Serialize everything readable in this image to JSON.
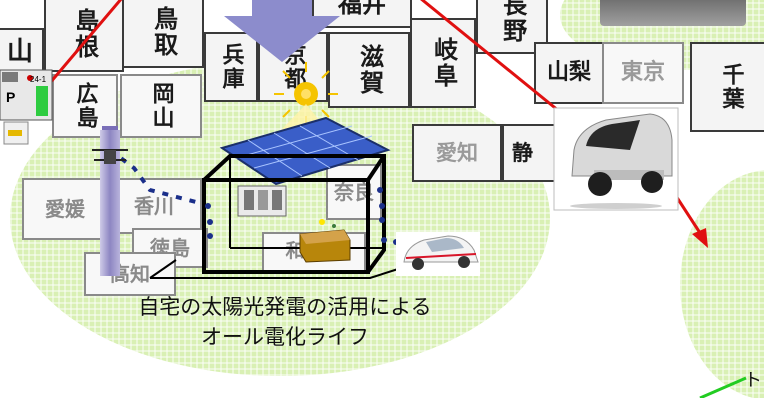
{
  "prefectures": {
    "shimane": "島根",
    "tottori": "鳥取",
    "fukui": "福井",
    "nagano": "長野",
    "yamaguchi": "山",
    "hiroshima": "広島",
    "okayama": "岡山",
    "hyogo": "兵庫",
    "kyoto": "京都",
    "shiga": "滋賀",
    "gifu": "岐阜",
    "yamanashi": "山梨",
    "tokyo": "東京",
    "chiba": "千葉",
    "aichi": "愛知",
    "shizuoka": "静",
    "ehime": "愛媛",
    "kagawa": "香川",
    "tokushima": "徳島",
    "nara": "奈良",
    "wakayama": "和歌山",
    "kochi": "高知"
  },
  "parking_meter": {
    "plate": "P",
    "display": "24-1"
  },
  "caption": {
    "line1": "自宅の太陽光発電の活用による",
    "line2": "オール電化ライフ"
  },
  "right_label_partial": "ト",
  "colors": {
    "region_fill": "#d9f0b4",
    "arrow_red": "#e01010",
    "arrow_down_fill": "#8c8ccc",
    "house_line": "#000000",
    "solar_panel": "#3a5ec8",
    "sun": "#f5c400",
    "ev_car": "#ffffff",
    "ev_accent": "#d8162a",
    "truck_body": "#d9d9d9",
    "right_line": "#22cc22"
  },
  "icons": [
    "parking-meter-icon",
    "utility-pole-icon",
    "solar-panel-icon",
    "sun-icon",
    "house-icon",
    "electric-car-icon",
    "truck-icon",
    "down-arrow-icon"
  ]
}
